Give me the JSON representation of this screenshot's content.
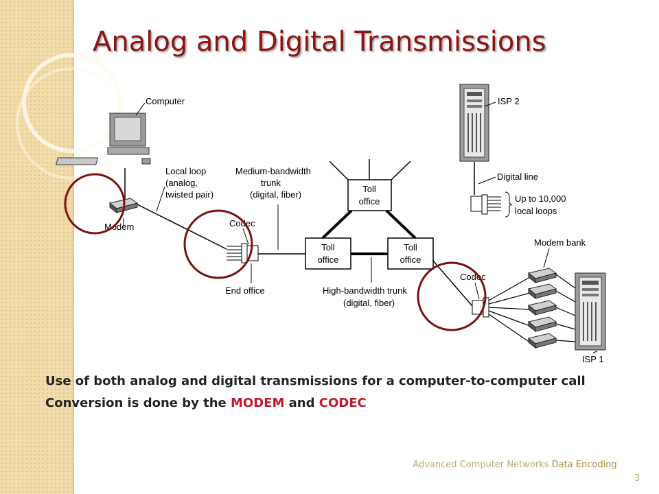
{
  "slide": {
    "title": "Analog and Digital Transmissions",
    "bullets": [
      {
        "text": "Use of both analog and digital transmissions for a computer-to-computer call"
      },
      {
        "pre": "Conversion is done by the ",
        "hl1": "MODEM",
        "mid": " and ",
        "hl2": "CODEC"
      }
    ],
    "footer_course": "Advanced Computer Networks",
    "footer_topic": "Data Encoding",
    "page_number": "3"
  },
  "diagram": {
    "labels": {
      "computer": "Computer",
      "local_loop_1": "Local loop",
      "local_loop_2": "(analog,",
      "local_loop_3": "twisted pair)",
      "modem": "Modem",
      "medium_trunk_1": "Medium-bandwidth",
      "medium_trunk_2": "trunk",
      "medium_trunk_3": "(digital, fiber)",
      "codec_left": "Codec",
      "end_office": "End office",
      "toll_top_1": "Toll",
      "toll_top_2": "office",
      "toll_left_1": "Toll",
      "toll_left_2": "office",
      "toll_right_1": "Toll",
      "toll_right_2": "office",
      "high_trunk_1": "High-bandwidth trunk",
      "high_trunk_2": "(digital, fiber)",
      "isp2": "ISP 2",
      "digital_line": "Digital line",
      "loops_1": "Up to 10,000",
      "loops_2": "local loops",
      "modem_bank": "Modem bank",
      "codec_right": "Codec",
      "isp1": "ISP 1"
    },
    "highlight_color": "#7a1010"
  }
}
